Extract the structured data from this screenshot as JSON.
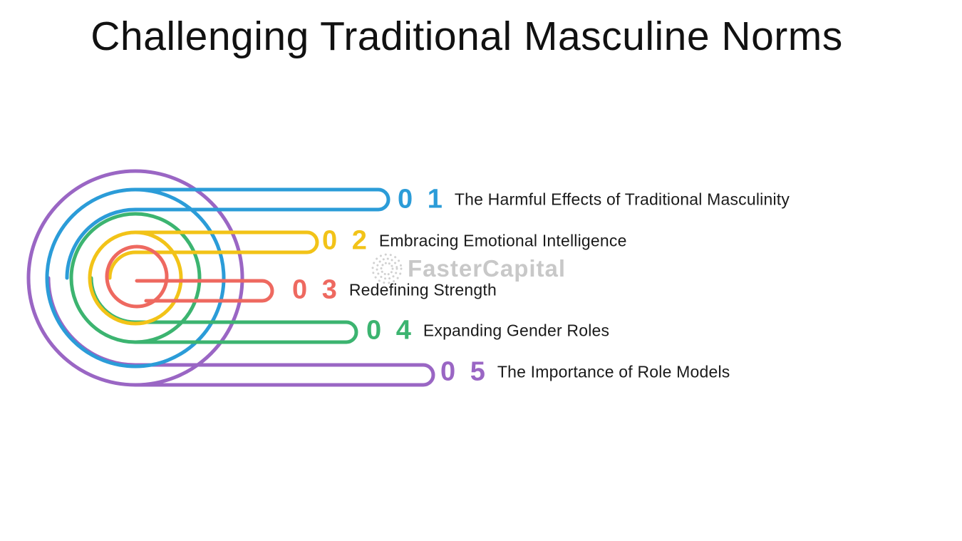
{
  "title": "Challenging Traditional Masculine Norms",
  "watermark": {
    "text": "FasterCapital",
    "icon": "dotted-gear-icon",
    "color": "#a8a8a8"
  },
  "items": [
    {
      "number": "0 1",
      "label": "The Harmful Effects of Traditional Masculinity",
      "color": "#2B9CD8"
    },
    {
      "number": "0 2",
      "label": "Embracing Emotional Intelligence",
      "color": "#F2C318"
    },
    {
      "number": "0 3",
      "label": "Redefining Strength",
      "color": "#EE6960"
    },
    {
      "number": "0 4",
      "label": "Expanding Gender Roles",
      "color": "#3CB470"
    },
    {
      "number": "0 5",
      "label": "The Importance of Role Models",
      "color": "#9A66C4"
    }
  ]
}
